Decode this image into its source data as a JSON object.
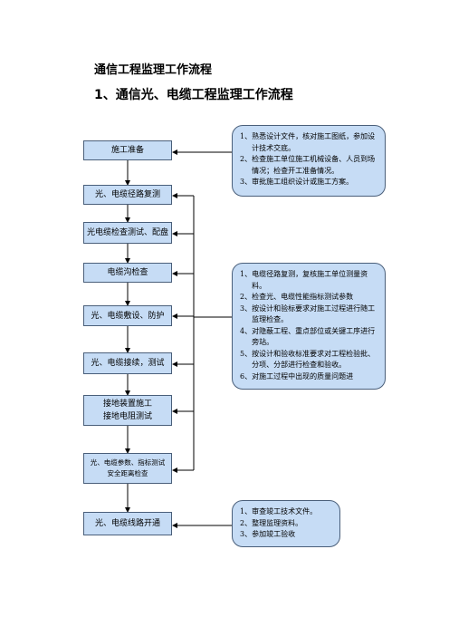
{
  "titles": {
    "main": "通信工程监理工作流程",
    "sub": "1、通信光、电缆工程监理工作流程"
  },
  "flow": [
    {
      "line1": "施工准备",
      "line2": ""
    },
    {
      "line1": "光、电缆径路复测",
      "line2": ""
    },
    {
      "line1": "光电缆检查测试、配盘",
      "line2": ""
    },
    {
      "line1": "电缆沟检查",
      "line2": ""
    },
    {
      "line1": "光、电缆敷设、防护",
      "line2": ""
    },
    {
      "line1": "光、电缆接续，测试",
      "line2": ""
    },
    {
      "line1": "接地装置施工",
      "line2": "接地电阻测试"
    },
    {
      "line1": "光、电缆参数、指标测试",
      "line2": "安全距离检查"
    },
    {
      "line1": "光、电缆线路开通",
      "line2": ""
    }
  ],
  "notes": {
    "prep": [
      {
        "num": "1、",
        "text": "熟悉设计文件，核对施工图纸，参加设计技术交底。"
      },
      {
        "num": "2、",
        "text": "检查施工单位施工机械设备、人员到场情况；检查开工准备情况。"
      },
      {
        "num": "3、",
        "text": "审批施工组织设计或施工方案。"
      }
    ],
    "construction": [
      {
        "num": "1、",
        "text": "电缆径路复测，复核施工单位测量资料。"
      },
      {
        "num": "2、",
        "text": "检查光、电缆性能指标测试参数"
      },
      {
        "num": "3、",
        "text": "按设计和验标要求对施工过程进行随工监理检查。"
      },
      {
        "num": "4、",
        "text": "对隐蔽工程、重点部位或关键工序进行旁站。"
      },
      {
        "num": "5、",
        "text": "按设计和验收标准要求对工程检验批、分项、分部进行检查和验收。"
      },
      {
        "num": "6、",
        "text": "对施工过程中出现的质量问题进"
      }
    ],
    "completion": [
      {
        "num": "1、",
        "text": "审查竣工技术文件。"
      },
      {
        "num": "2、",
        "text": "整理监理资料。"
      },
      {
        "num": "3、",
        "text": "参加竣工验收"
      }
    ]
  }
}
